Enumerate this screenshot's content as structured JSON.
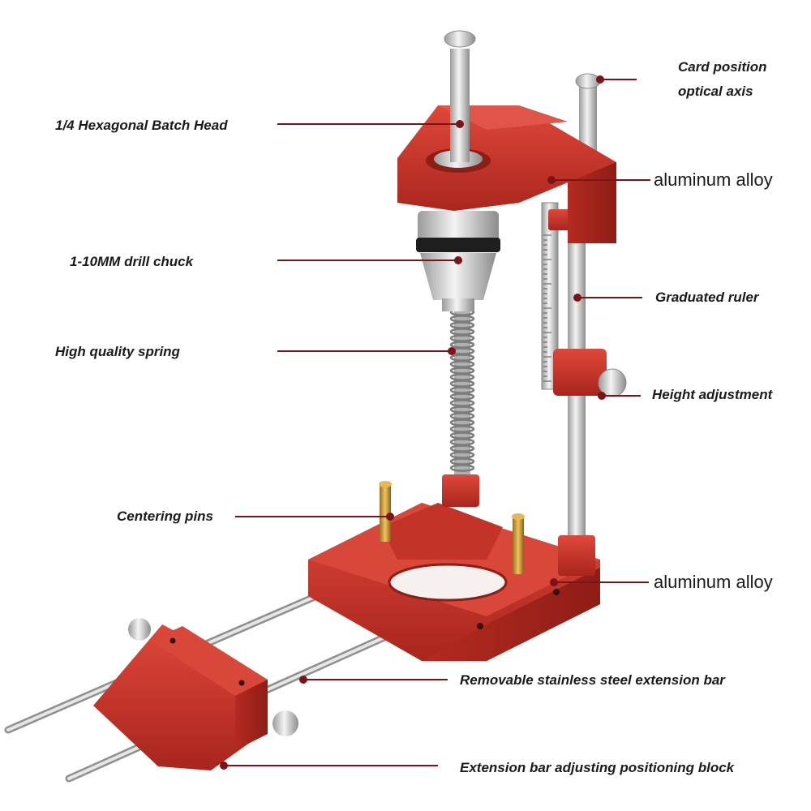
{
  "callouts": {
    "card_position": "Card position\noptical axis",
    "hex_head": "1/4 Hexagonal Batch Head",
    "aluminum_top": "aluminum alloy",
    "drill_chuck": "1-10MM drill chuck",
    "graduated_ruler": "Graduated ruler",
    "spring": "High quality spring",
    "height_adjustment": "Height adjustment",
    "centering_pins": "Centering pins",
    "aluminum_base": "aluminum alloy",
    "extension_bar": "Removable stainless steel extension bar",
    "positioning_block": "Extension bar adjusting positioning block"
  },
  "colors": {
    "body_red": "#c8352a",
    "leader_line": "#7a1418",
    "steel": "#c9c9c9",
    "brass": "#c99a3a",
    "text": "#1a1a1a"
  }
}
